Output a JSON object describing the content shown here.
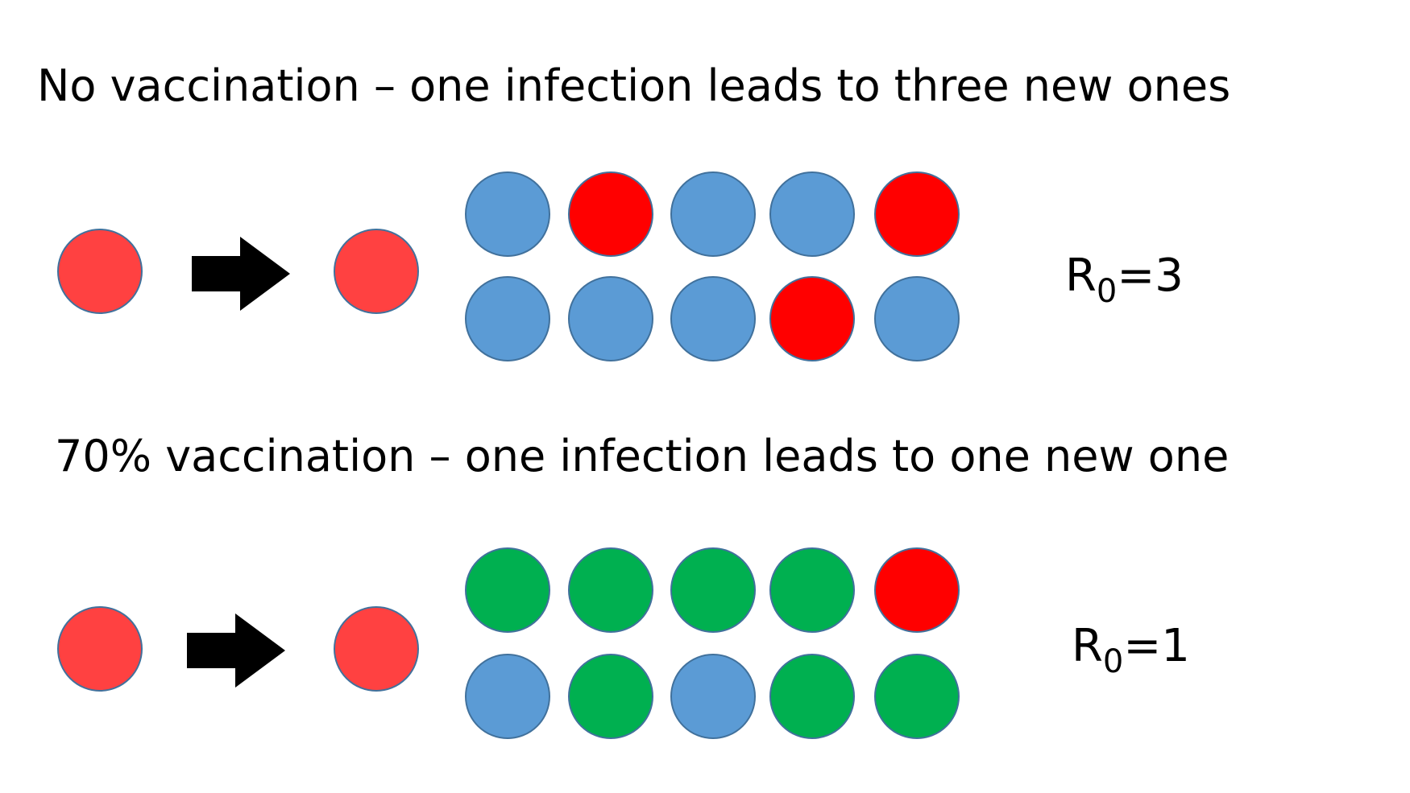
{
  "colors": {
    "infected": "#ff4141",
    "new_infection": "#ff0000",
    "susceptible": "#5b9bd5",
    "vaccinated": "#00b050",
    "stroke": "#41719c",
    "arrow": "#000000"
  },
  "scenarios": [
    {
      "title": "No vaccination – one infection leads to three new ones",
      "r0_base": "R",
      "r0_sub": "0",
      "r0_suffix": "=3",
      "source_icon": "infected-person-circle",
      "arrow_icon": "right-arrow",
      "grid_rows": [
        [
          "susceptible",
          "new_infection",
          "susceptible",
          "susceptible",
          "new_infection"
        ],
        [
          "susceptible",
          "susceptible",
          "susceptible",
          "new_infection",
          "susceptible"
        ]
      ]
    },
    {
      "title": "70% vaccination – one infection leads to one new one",
      "r0_base": "R",
      "r0_sub": "0",
      "r0_suffix": "=1",
      "source_icon": "infected-person-circle",
      "arrow_icon": "right-arrow",
      "grid_rows": [
        [
          "vaccinated",
          "vaccinated",
          "vaccinated",
          "vaccinated",
          "new_infection"
        ],
        [
          "susceptible",
          "vaccinated",
          "susceptible",
          "vaccinated",
          "vaccinated"
        ]
      ]
    }
  ]
}
